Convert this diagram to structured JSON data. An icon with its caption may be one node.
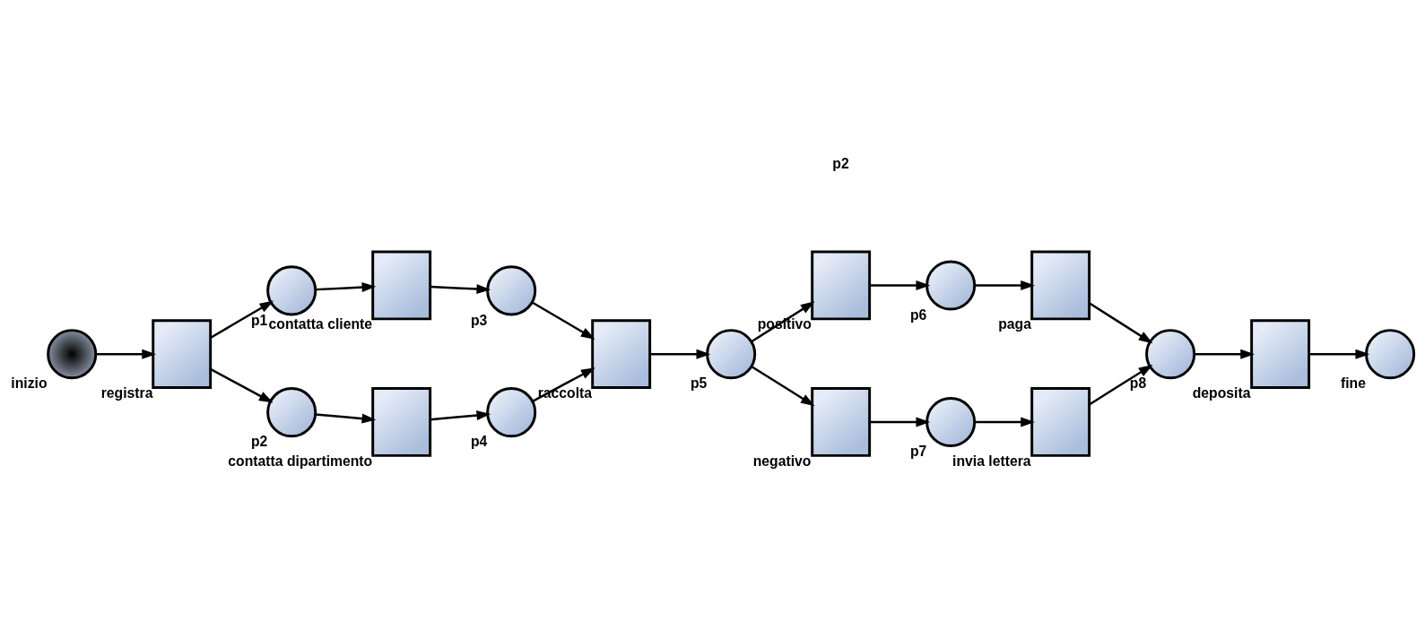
{
  "diagram": {
    "nodes": [
      {
        "text": [
          "inizio"
        ]
      },
      {
        "text": [
          "registra"
        ]
      },
      {
        "text": [
          "p1"
        ]
      },
      {
        "text": [
          "p2"
        ]
      },
      {
        "text": [
          "contatta cliente"
        ]
      },
      {
        "text": [
          "contatta dipartimento"
        ]
      },
      {
        "text": [
          "p3"
        ]
      },
      {
        "text": [
          "p4"
        ]
      },
      {
        "text": [
          "raccolta"
        ]
      },
      {
        "text": [
          "p5"
        ]
      },
      {
        "text": [
          "positivo"
        ]
      },
      {
        "text": [
          "negativo"
        ]
      },
      {
        "text": [
          "p6"
        ]
      },
      {
        "text": [
          "p7"
        ]
      },
      {
        "text": [
          "paga"
        ]
      },
      {
        "text": [
          "invia lettera"
        ]
      },
      {
        "text": [
          "p8"
        ]
      },
      {
        "text": [
          "deposita"
        ]
      },
      {
        "text": [
          "fine"
        ]
      }
    ],
    "edges": [
      {
        "from": 0,
        "to": 1,
        "arrow": "to"
      },
      {
        "from": 1,
        "to": 2,
        "arrow": "to"
      },
      {
        "from": 1,
        "to": 3,
        "arrow": "to"
      },
      {
        "from": 2,
        "to": 4,
        "arrow": "to"
      },
      {
        "from": 3,
        "to": 5,
        "arrow": "to"
      },
      {
        "from": 4,
        "to": 6,
        "arrow": "to"
      },
      {
        "from": 5,
        "to": 7,
        "arrow": "to"
      },
      {
        "from": 6,
        "to": 8,
        "arrow": "to"
      },
      {
        "from": 7,
        "to": 8,
        "arrow": "to"
      },
      {
        "from": 8,
        "to": 9,
        "arrow": "to"
      },
      {
        "from": 9,
        "to": 10,
        "arrow": "to"
      },
      {
        "from": 9,
        "to": 11,
        "arrow": "to"
      },
      {
        "from": 10,
        "to": 12,
        "arrow": "to"
      },
      {
        "from": 11,
        "to": 13,
        "arrow": "to"
      },
      {
        "from": 12,
        "to": 14,
        "arrow": "to"
      },
      {
        "from": 13,
        "to": 15,
        "arrow": "to"
      },
      {
        "from": 14,
        "to": 16,
        "arrow": "to"
      },
      {
        "from": 15,
        "to": 16,
        "arrow": "to"
      },
      {
        "from": 16,
        "to": 17,
        "arrow": "to"
      },
      {
        "from": 17,
        "to": 18,
        "arrow": "to"
      }
    ],
    "labels": [
      "p2"
    ]
  }
}
